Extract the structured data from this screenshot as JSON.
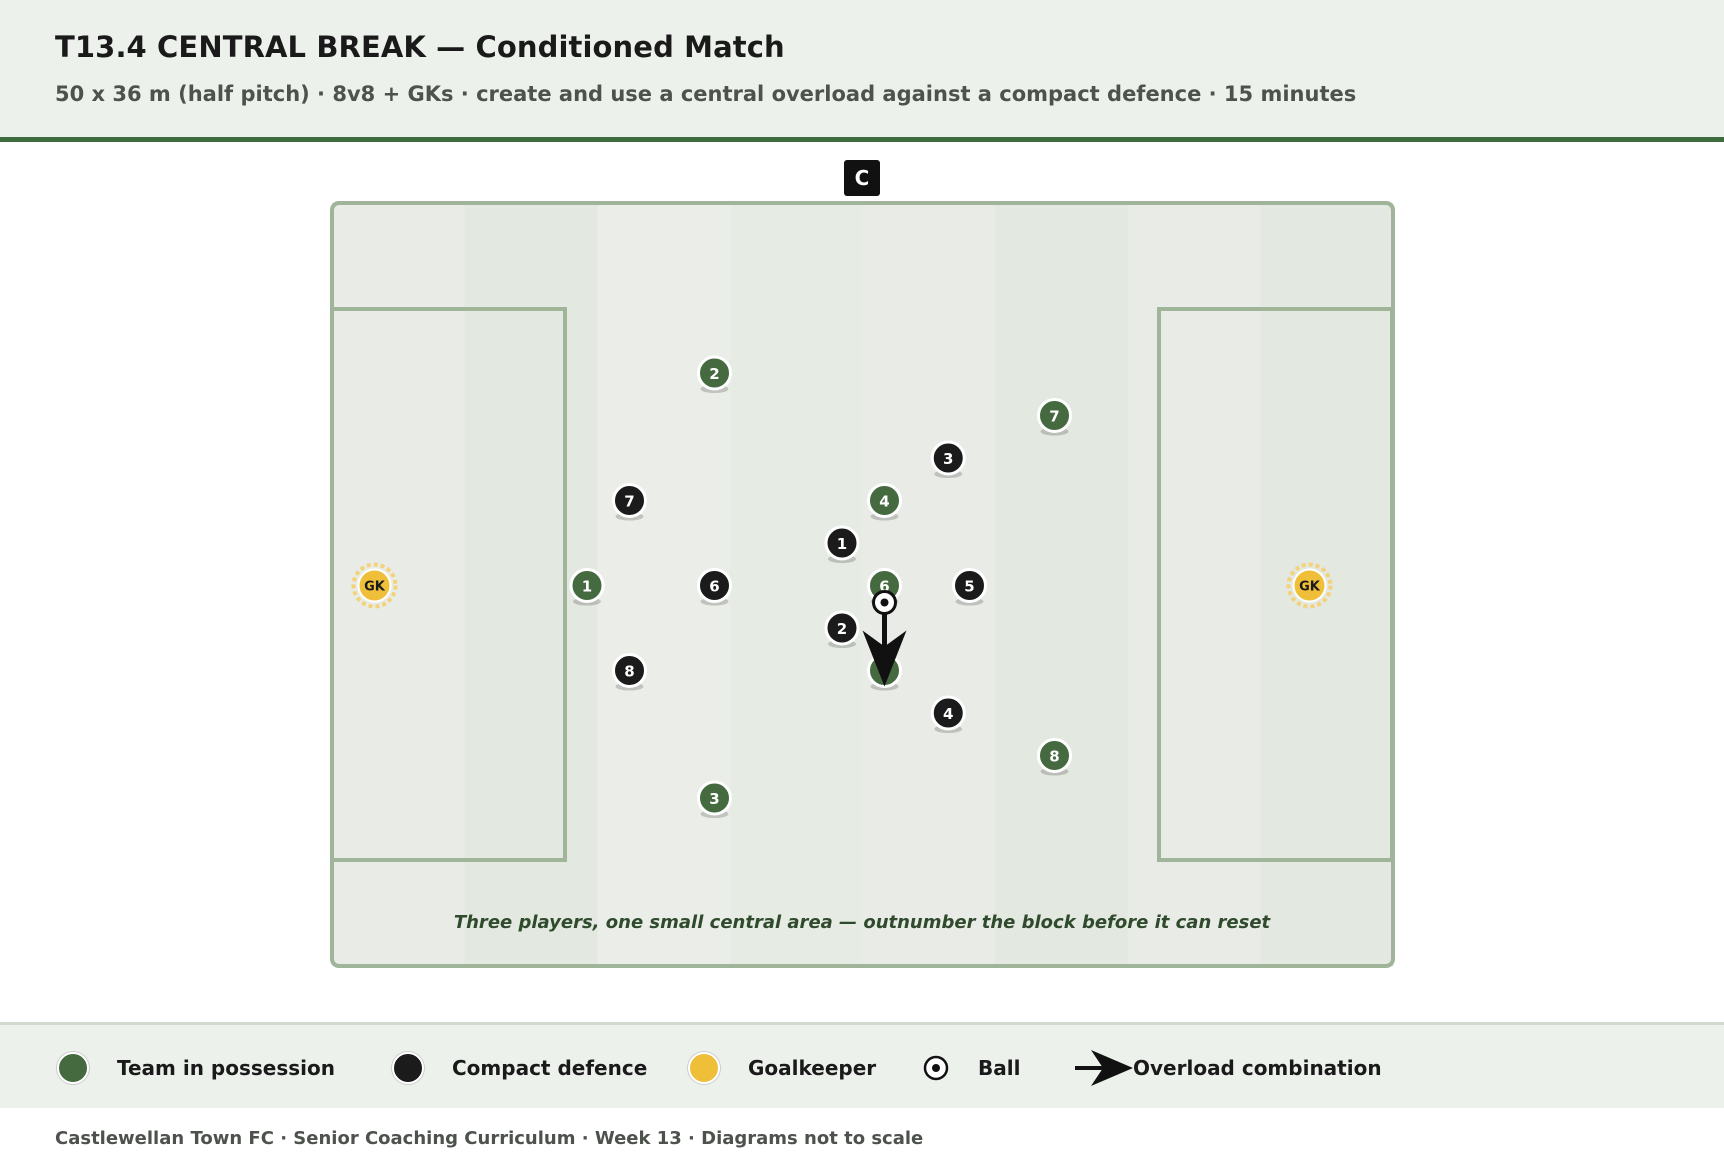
{
  "header": {
    "title": "T13.4 CENTRAL BREAK — Conditioned Match",
    "subtitle": "50 x 36 m (half pitch) · 8v8 + GKs · create and use a central overload against a compact defence · 15 minutes"
  },
  "coach_label": "C",
  "pitch": {
    "caption": "Three players, one small central area — outnumber the block before it can reset",
    "goalkeepers": [
      {
        "label": "GK",
        "gx": 1,
        "gy": 9
      },
      {
        "label": "GK",
        "gx": 23,
        "gy": 9
      }
    ],
    "team_in_possession": [
      {
        "label": "1",
        "gx": 6,
        "gy": 9
      },
      {
        "label": "2",
        "gx": 9,
        "gy": 4
      },
      {
        "label": "3",
        "gx": 9,
        "gy": 14
      },
      {
        "label": "4",
        "gx": 13,
        "gy": 7
      },
      {
        "label": "6",
        "gx": 13,
        "gy": 9
      },
      {
        "label": "",
        "gx": 13,
        "gy": 11
      },
      {
        "label": "7",
        "gx": 17,
        "gy": 5
      },
      {
        "label": "8",
        "gx": 17,
        "gy": 13
      }
    ],
    "compact_defence": [
      {
        "label": "1",
        "gx": 12,
        "gy": 8
      },
      {
        "label": "2",
        "gx": 12,
        "gy": 10
      },
      {
        "label": "3",
        "gx": 14.5,
        "gy": 6
      },
      {
        "label": "4",
        "gx": 14.5,
        "gy": 12
      },
      {
        "label": "5",
        "gx": 15,
        "gy": 9
      },
      {
        "label": "6",
        "gx": 9,
        "gy": 9
      },
      {
        "label": "7",
        "gx": 7,
        "gy": 7
      },
      {
        "label": "8",
        "gx": 7,
        "gy": 11
      }
    ],
    "ball": {
      "gx": 13,
      "gy": 9.4
    },
    "arrow": {
      "from": {
        "gx": 13,
        "gy": 9.4
      },
      "to": {
        "gx": 13,
        "gy": 11
      }
    }
  },
  "legend": {
    "team_in_possession": "Team in possession",
    "compact_defence": "Compact defence",
    "goalkeeper": "Goalkeeper",
    "ball": "Ball",
    "overload": "Overload combination"
  },
  "colors": {
    "possession": "#456a40",
    "defence": "#1b1b1b",
    "goalkeeper": "#efbf3a",
    "pitch_line": "#a0b49a"
  },
  "footer": "Castlewellan Town FC · Senior Coaching Curriculum · Week 13 · Diagrams not to scale"
}
